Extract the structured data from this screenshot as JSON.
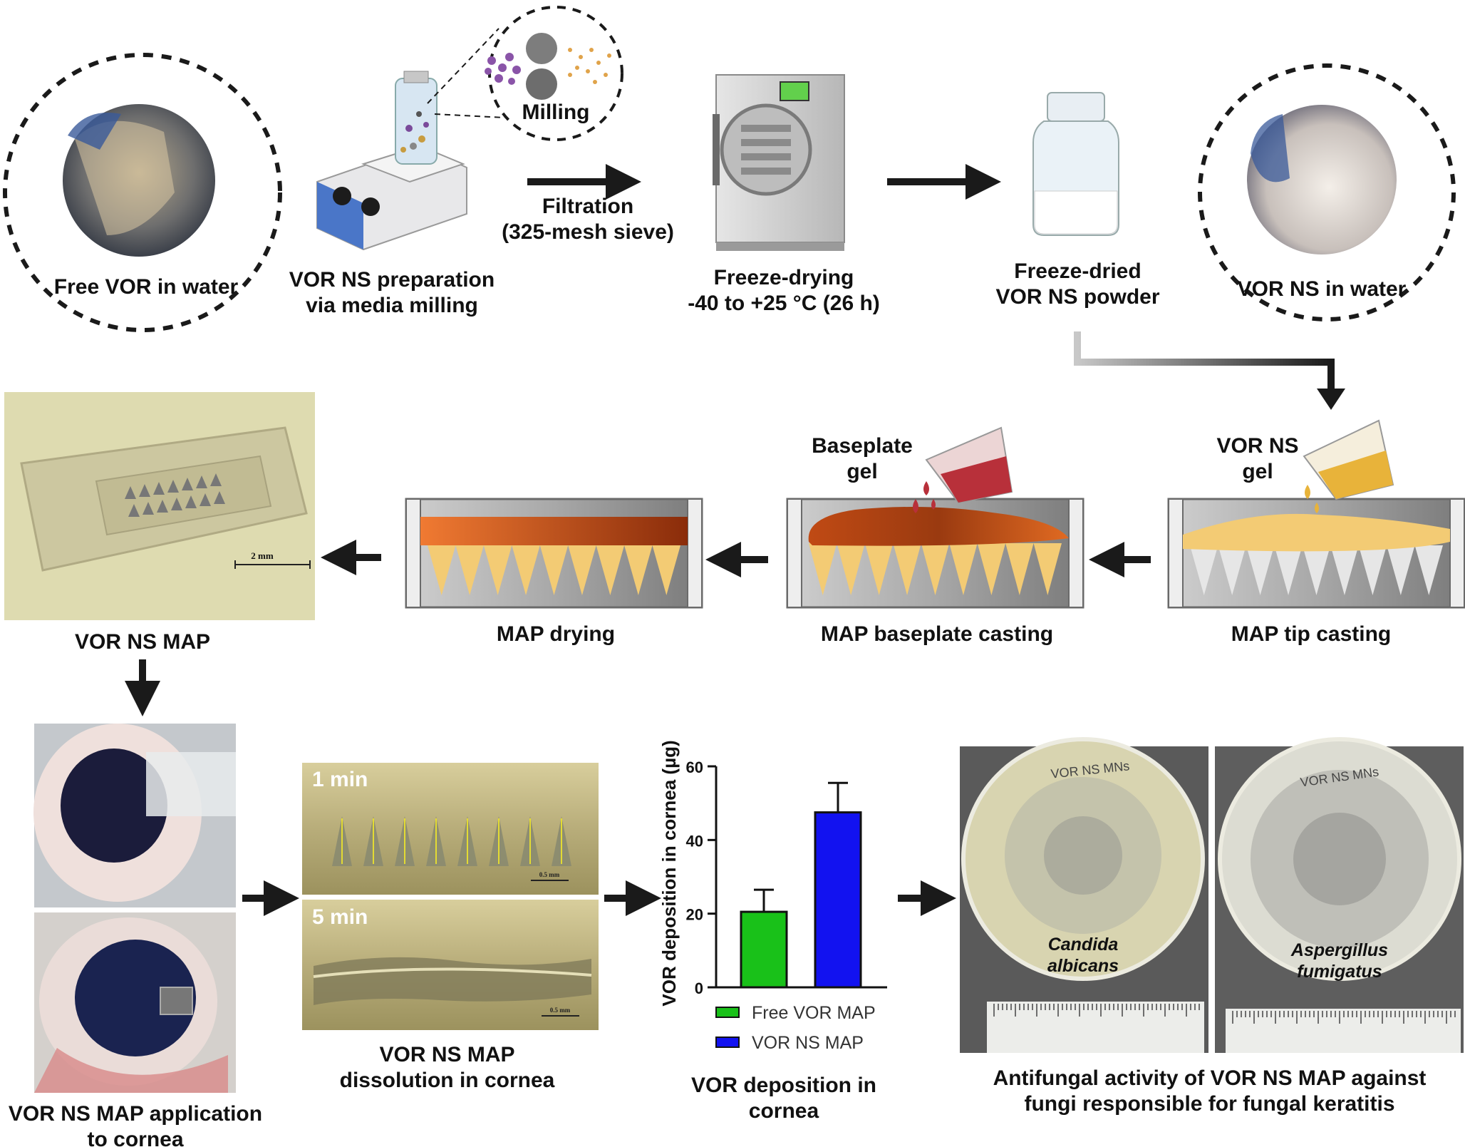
{
  "labels": {
    "free_vor_water": "Free VOR in water",
    "ns_prep_line1": "VOR NS preparation",
    "ns_prep_line2": "via media milling",
    "milling": "Milling",
    "filtration_line1": "Filtration",
    "filtration_line2": "(325-mesh sieve)",
    "freeze_drying_line1": "Freeze-drying",
    "freeze_drying_line2": "-40 to +25 °C (26 h)",
    "freeze_dried_line1": "Freeze-dried",
    "freeze_dried_line2": "VOR NS powder",
    "ns_in_water": "VOR NS in water",
    "baseplate_gel_line1": "Baseplate",
    "baseplate_gel_line2": "gel",
    "vor_ns_gel_line1": "VOR NS",
    "vor_ns_gel_line2": "gel",
    "vor_ns_map": "VOR NS MAP",
    "map_drying": "MAP drying",
    "map_baseplate_casting": "MAP baseplate casting",
    "map_tip_casting": "MAP tip casting",
    "scale_2mm": "2 mm",
    "application_line1": "VOR NS MAP application",
    "application_line2": "to cornea",
    "time_1min": "1 min",
    "time_5min": "5 min",
    "scale_05mm": "0.5 mm",
    "dissolution_line1": "VOR NS MAP",
    "dissolution_line2": "dissolution in cornea",
    "deposition_line1": "VOR deposition in",
    "deposition_line2": "cornea",
    "candida_line1": "Candida",
    "candida_line2": "albicans",
    "aspergillus_line1": "Aspergillus",
    "aspergillus_line2": "fumigatus",
    "antifungal_line1": "Antifungal activity of VOR NS MAP against",
    "antifungal_line2": "fungi responsible for fungal keratitis",
    "plate1_writing": "VOR NS MNs",
    "plate2_writing": "VOR NS MNs"
  },
  "chart_data": {
    "type": "bar",
    "categories": [
      "Free VOR MAP",
      "VOR NS MAP"
    ],
    "values": [
      20.5,
      47.5
    ],
    "errors": [
      6.0,
      8.0
    ],
    "ylabel": "VOR deposition in cornea (µg)",
    "xlabel": "",
    "ylim": [
      0,
      60
    ],
    "yticks": [
      0,
      20,
      40,
      60
    ],
    "colors": [
      "#19c119",
      "#1212f0"
    ],
    "legend": [
      "Free VOR MAP",
      "VOR NS MAP"
    ],
    "legend_position": "bottom",
    "grid": false
  },
  "colors": {
    "arrow": "#1a1a1a",
    "orange_base": "#d9581c",
    "tip_yellow": "#f3cb74",
    "mold_gray": "#9e9e9e"
  }
}
